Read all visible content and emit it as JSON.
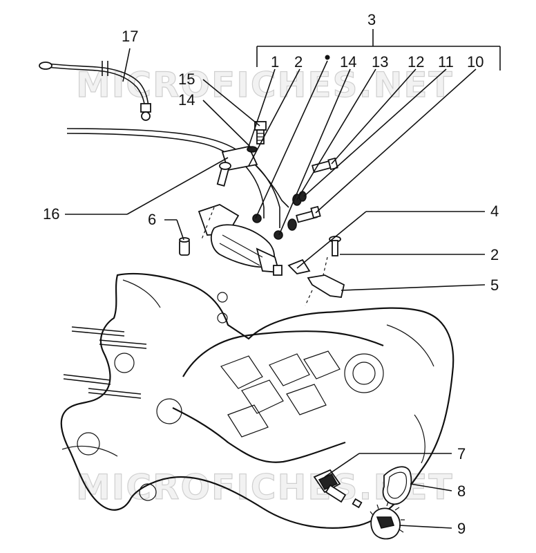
{
  "watermark": {
    "text": "MICROFICHES.NET"
  },
  "labels": {
    "n3": "3",
    "n17": "17",
    "b1": "1",
    "b2": "2",
    "b14": "14",
    "b13": "13",
    "b12": "12",
    "b11": "11",
    "b10": "10",
    "n15": "15",
    "n14": "14",
    "n16": "16",
    "n6": "6",
    "n4": "4",
    "n2": "2",
    "n5": "5",
    "n7": "7",
    "n8": "8",
    "n9": "9"
  }
}
